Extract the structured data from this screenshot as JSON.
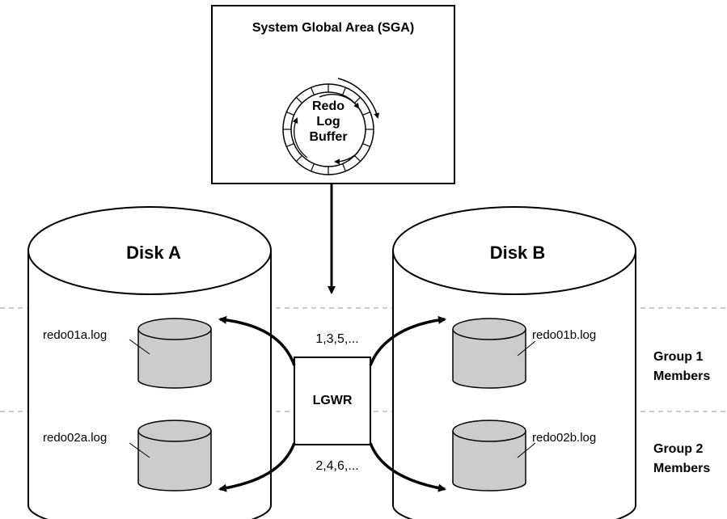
{
  "sga": {
    "title": "System Global Area (SGA)",
    "buffer_lines": [
      "Redo",
      "Log",
      "Buffer"
    ]
  },
  "disk_a": {
    "label": "Disk A",
    "files": [
      "redo01a.log",
      "redo02a.log"
    ]
  },
  "disk_b": {
    "label": "Disk B",
    "files": [
      "redo01b.log",
      "redo02b.log"
    ]
  },
  "lgwr": {
    "label": "LGWR",
    "seq_top": "1,3,5,...",
    "seq_bottom": "2,4,6,..."
  },
  "groups": [
    {
      "line1": "Group 1",
      "line2": "Members"
    },
    {
      "line1": "Group 2",
      "line2": "Members"
    }
  ]
}
